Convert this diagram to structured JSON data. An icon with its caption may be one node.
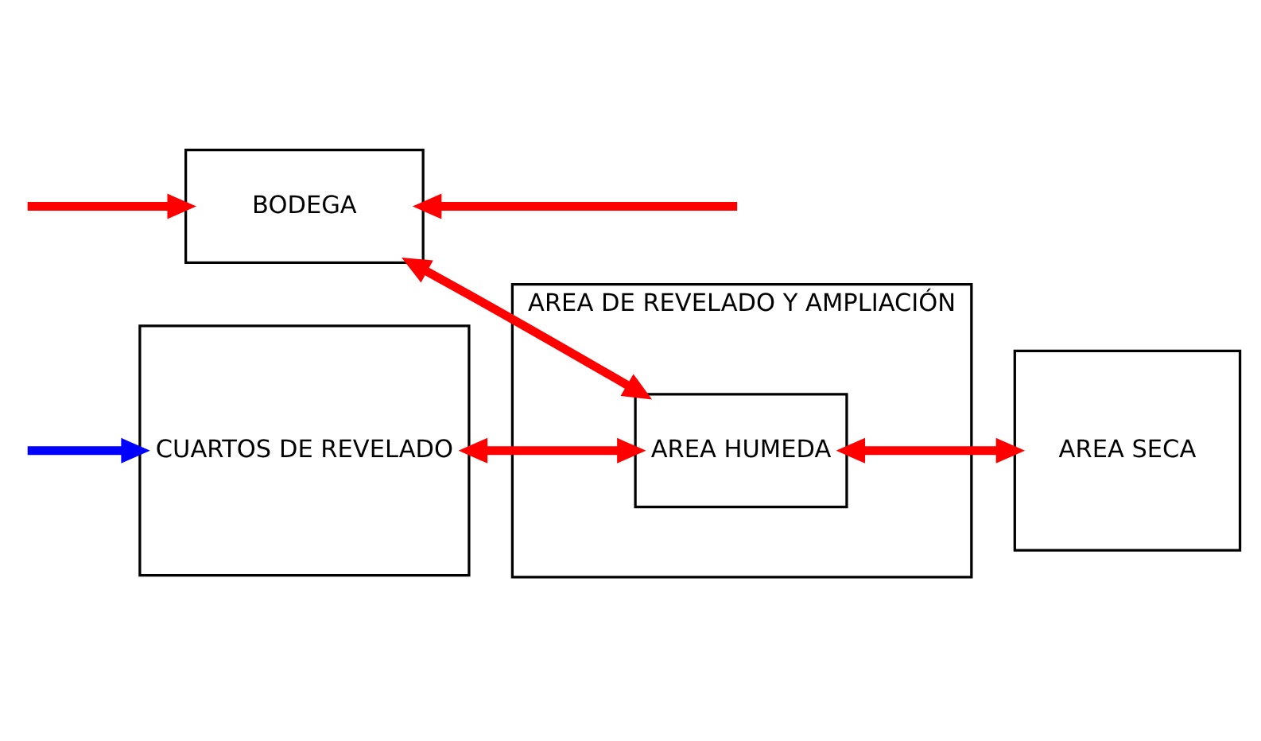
{
  "diagram": {
    "nodes": [
      {
        "text": [
          "AREA DE REVELADO Y AMPLIACIÓN"
        ]
      },
      {
        "text": [
          "CUARTOS DE REVELADO"
        ]
      },
      {
        "text": [
          "AREA HUMEDA"
        ],
        "in": 0
      },
      {
        "text": [
          "AREA SECA"
        ]
      },
      {
        "text": [
          "BODEGA"
        ]
      }
    ],
    "edges": [
      {
        "from": 1,
        "to": 2,
        "arrow": "both"
      },
      {
        "from": 2,
        "to": 3,
        "arrow": "both"
      },
      {
        "from": 2,
        "to": 4,
        "arrow": "both"
      },
      {
        "from": null,
        "to": 4,
        "arrow": "to"
      },
      {
        "from": null,
        "to": 4,
        "arrow": "to"
      },
      {
        "from": null,
        "to": 1,
        "arrow": "to",
        "color": "#0000ff"
      }
    ]
  }
}
